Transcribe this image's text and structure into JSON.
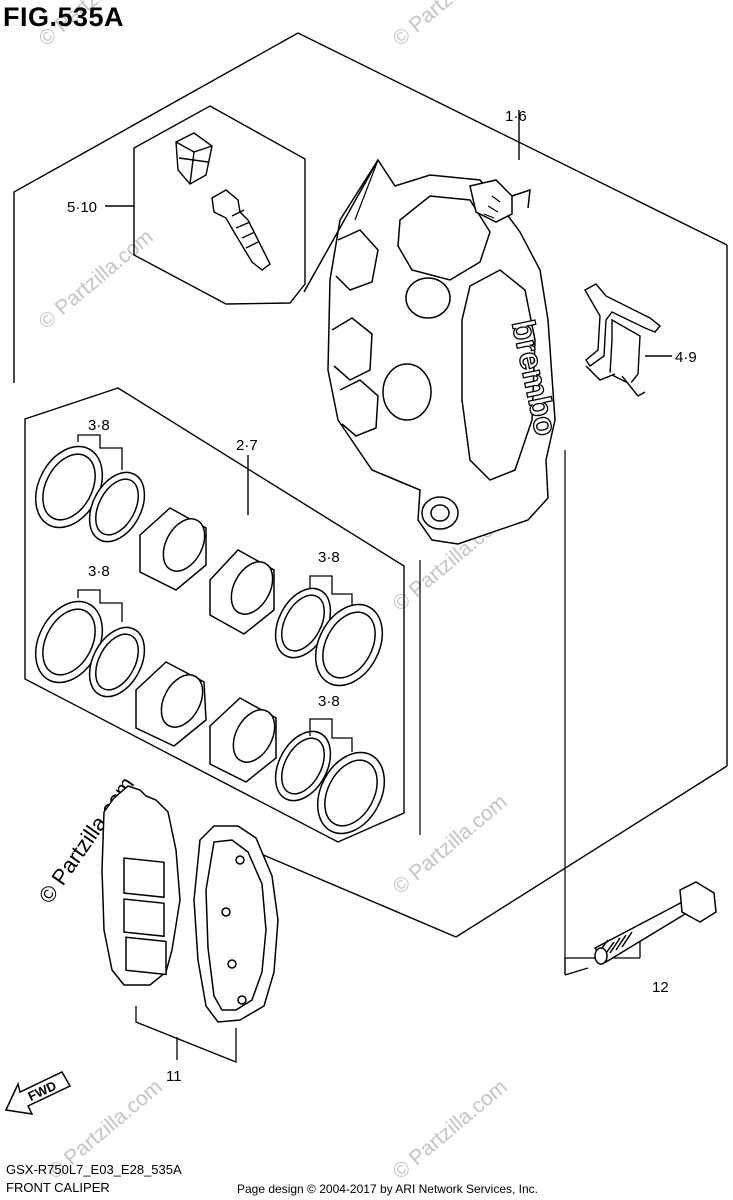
{
  "figure": {
    "title": "FIG.535A"
  },
  "callouts": [
    {
      "id": "caliper-assy",
      "text": "1·6"
    },
    {
      "id": "bleeder-kit",
      "text": "5·10"
    },
    {
      "id": "spring-clip",
      "text": "4·9"
    },
    {
      "id": "piston-set",
      "text": "2·7"
    },
    {
      "id": "seal-upper-left",
      "text": "3·8"
    },
    {
      "id": "seal-lower-left",
      "text": "3·8"
    },
    {
      "id": "seal-upper-right",
      "text": "3·8"
    },
    {
      "id": "seal-lower-right",
      "text": "3·8"
    },
    {
      "id": "bolt",
      "text": "12"
    },
    {
      "id": "pads",
      "text": "11"
    }
  ],
  "caliper_logo": "brembo",
  "direction_badge": "FWD",
  "watermark": "© Partzilla.com",
  "footer": {
    "model": "GSX-R750L7_E03_E28_535A",
    "caption": "FRONT CALIPER",
    "credit": "Page design © 2004-2017 by ARI Network Services, Inc."
  }
}
